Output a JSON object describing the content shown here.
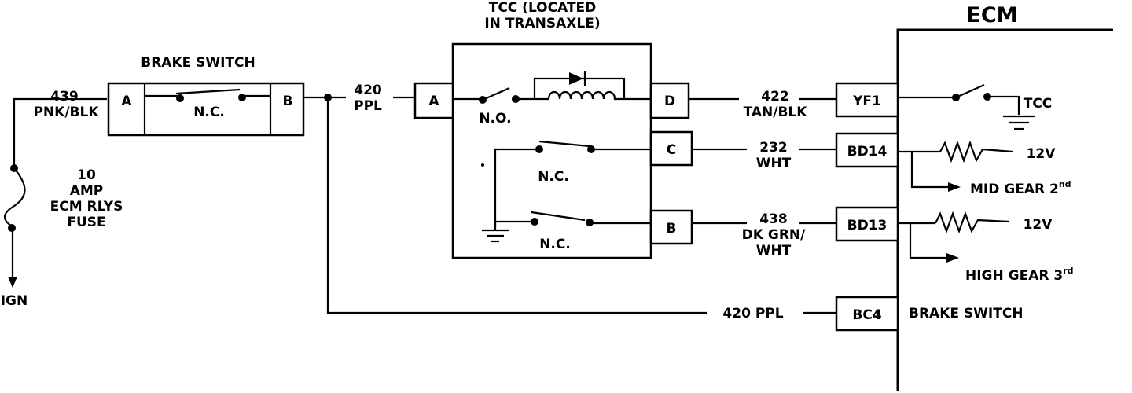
{
  "title": "",
  "colors": {
    "line": "#000000",
    "background": "#ffffff"
  },
  "brake_switch": {
    "title": "BRAKE SWITCH",
    "pin_in": "A",
    "pin_out": "B",
    "contact": "N.C."
  },
  "input_wire": {
    "circuit": "439",
    "color": "PNK/BLK"
  },
  "fuse": {
    "line1": "10",
    "line2": "AMP",
    "line3": "ECM RLYS",
    "line4": "FUSE",
    "source": "IGN"
  },
  "wire_420_top": {
    "circuit": "420",
    "color": "PPL"
  },
  "tcc": {
    "title_line1": "TCC (LOCATED",
    "title_line2": "IN TRANSAXLE)",
    "pin_a": "A",
    "pin_d": "D",
    "pin_c": "C",
    "pin_b": "B",
    "switch_no": "N.O.",
    "switch_nc1": "N.C.",
    "switch_nc2": "N.C."
  },
  "wires": {
    "w422": {
      "circuit": "422",
      "color": "TAN/BLK"
    },
    "w232": {
      "circuit": "232",
      "color": "WHT"
    },
    "w438": {
      "circuit": "438",
      "color_line1": "DK GRN/",
      "color_line2": "WHT"
    },
    "w420_bottom": "420 PPL"
  },
  "ecm": {
    "title": "ECM",
    "pin_yf1": "YF1",
    "pin_bd14": "BD14",
    "pin_bd13": "BD13",
    "pin_bc4": "BC4",
    "tcc_label": "TCC",
    "v12_a": "12V",
    "v12_b": "12V",
    "mid_gear": "MID GEAR 2",
    "mid_gear_sup": "nd",
    "high_gear": "HIGH GEAR 3",
    "high_gear_sup": "rd",
    "brake_switch": "BRAKE SWITCH"
  }
}
